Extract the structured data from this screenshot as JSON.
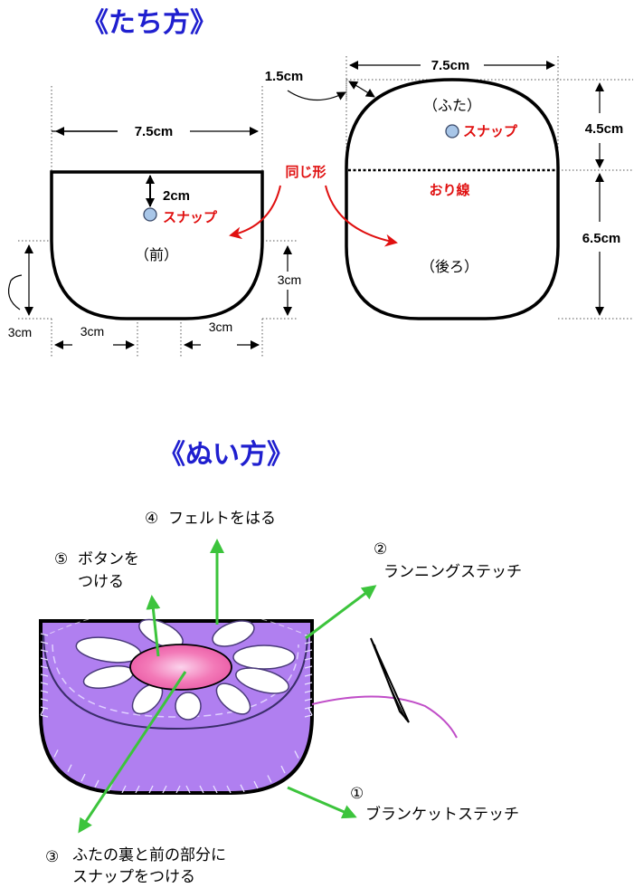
{
  "pattern_section": {
    "title": "《たち方》",
    "front_piece": {
      "width": "7.5cm",
      "snap_offset": "2cm",
      "snap_label": "スナップ",
      "name": "（前）",
      "right_height": "3cm",
      "left_height": "3cm",
      "bottom_left": "3cm",
      "bottom_right": "3cm"
    },
    "back_piece": {
      "width": "7.5cm",
      "corner": "1.5cm",
      "lid_name": "（ふた）",
      "snap_label": "スナップ",
      "lid_height": "4.5cm",
      "fold_label": "おり線",
      "body_height": "6.5cm",
      "name": "（後ろ）"
    },
    "same_shape_label": "同じ形"
  },
  "sewing_section": {
    "title": "《ぬい方》",
    "steps": [
      {
        "num": "④",
        "text": "フェルトをはる"
      },
      {
        "num": "⑤",
        "text": "ボタンを",
        "text2": "つける"
      },
      {
        "num": "②",
        "text": "ランニングステッチ"
      },
      {
        "num": "①",
        "text": "ブランケットステッチ"
      },
      {
        "num": "③",
        "text": "ふたの裏と前の部分に",
        "text2": "スナップをつける"
      }
    ]
  },
  "colors": {
    "title": "#1f1fcf",
    "pouch": "#b07ff0",
    "flower_center": "#f37ab8",
    "arrow_green": "#3cc43c",
    "annotation_red": "#e01010",
    "snap": "#a8c6e8"
  }
}
